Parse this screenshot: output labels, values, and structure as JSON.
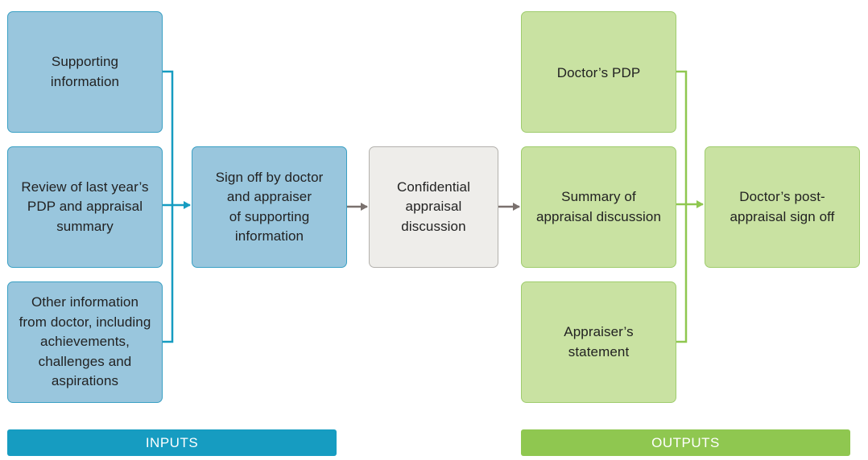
{
  "inputs": [
    {
      "lines": [
        "Supporting",
        "information"
      ]
    },
    {
      "lines": [
        "Review of last year’s",
        "PDP and appraisal",
        "summary"
      ]
    },
    {
      "lines": [
        "Other information",
        "from doctor, including",
        "achievements,",
        "challenges and",
        "aspirations"
      ]
    }
  ],
  "signoff": {
    "lines": [
      "Sign off by doctor",
      "and appraiser",
      "of supporting",
      "information"
    ]
  },
  "discussion": {
    "lines": [
      "Confidential",
      "appraisal",
      "discussion"
    ]
  },
  "outputs": [
    {
      "lines": [
        "Doctor’s PDP"
      ]
    },
    {
      "lines": [
        "Summary of",
        "appraisal discussion"
      ]
    },
    {
      "lines": [
        "Appraiser’s",
        "statement"
      ]
    }
  ],
  "post_signoff": {
    "lines": [
      "Doctor’s post-",
      "appraisal sign off"
    ]
  },
  "bars": {
    "inputs_label": "INPUTS",
    "outputs_label": "OUTPUTS"
  },
  "colors": {
    "input_fill": "#99c6dd",
    "process_fill": "#eeedea",
    "output_fill": "#c9e2a2",
    "inputs_bar": "#169cc1",
    "outputs_bar": "#8fc750",
    "blue_connector": "#169cc1",
    "grey_connector": "#7a716e",
    "green_connector": "#8fc750"
  }
}
